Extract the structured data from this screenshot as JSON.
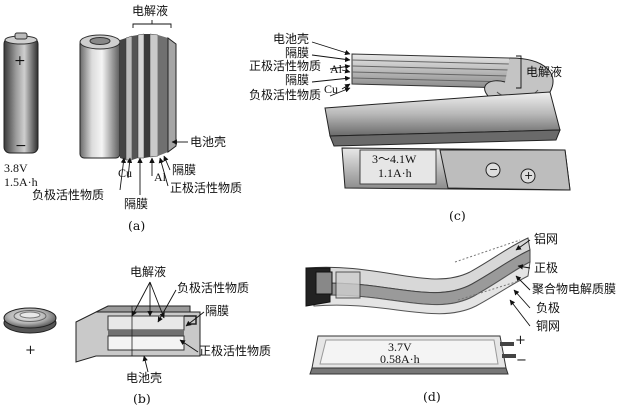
{
  "panel_a": {
    "caption": "(a)",
    "plus_sign": "+",
    "minus_sign": "−",
    "voltage": "3.8V",
    "capacity": "1.5A·h",
    "electrolyte": "电解液",
    "shell": "电池壳",
    "separator_right": "隔膜",
    "cathode_material": "正极活性物质",
    "anode_material": "负极活性物质",
    "separator_bottom": "隔膜",
    "cu": "Cu",
    "al": "Al"
  },
  "panel_b": {
    "caption": "(b)",
    "plus_sign": "+",
    "electrolyte": "电解液",
    "anode_material": "负极活性物质",
    "separator": "隔膜",
    "cathode_material": "正极活性物质",
    "shell": "电池壳"
  },
  "panel_c": {
    "caption": "(c)",
    "shell": "电池壳",
    "separator_1": "隔膜",
    "cathode_material": "正极活性物质",
    "al": "Al",
    "separator_2": "隔膜",
    "cu": "Cu",
    "anode_material": "负极活性物质",
    "electrolyte": "电解液",
    "voltage": "3～4.1W",
    "capacity": "1.1A·h",
    "minus_sign": "−",
    "plus_sign": "+"
  },
  "panel_d": {
    "caption": "(d)",
    "al_mesh": "铝网",
    "cathode": "正极",
    "polymer_electrolyte": "聚合物电解质膜",
    "anode": "负极",
    "cu_mesh": "铜网",
    "voltage": "3.7V",
    "capacity": "0.58A·h",
    "plus_sign": "+",
    "minus_sign": "−"
  }
}
